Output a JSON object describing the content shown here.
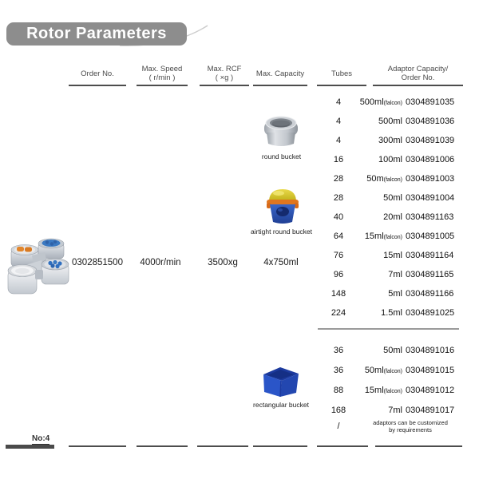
{
  "title": "Rotor Parameters",
  "headers": {
    "order_no": "Order No.",
    "max_speed": [
      "Max. Speed",
      "( r/min )"
    ],
    "max_rcf": [
      "Max. RCF",
      "( ×g )"
    ],
    "max_capacity": "Max. Capacity",
    "tubes": "Tubes",
    "adaptor": [
      "Adaptor Capacity/",
      "Order No."
    ]
  },
  "rotor": {
    "order_no": "0302851500",
    "max_speed": "4000r/min",
    "max_rcf": "3500xg",
    "max_capacity": "4x750ml"
  },
  "buckets": {
    "round": "round bucket",
    "airtight": "airtight round bucket",
    "rectangular": "rectangular bucket"
  },
  "adaptors": {
    "section1": [
      {
        "tubes": "4",
        "capacity": "500ml",
        "note": "(falcon)",
        "order": "0304891035"
      },
      {
        "tubes": "4",
        "capacity": "500ml",
        "order": "0304891036"
      },
      {
        "tubes": "4",
        "capacity": "300ml",
        "order": "0304891039"
      },
      {
        "tubes": "16",
        "capacity": "100ml",
        "order": "0304891006"
      },
      {
        "tubes": "28",
        "capacity": "50m",
        "note": "(falcon)",
        "order": "0304891003"
      },
      {
        "tubes": "28",
        "capacity": "50ml",
        "order": "0304891004"
      },
      {
        "tubes": "40",
        "capacity": "20ml",
        "order": "0304891163"
      },
      {
        "tubes": "64",
        "capacity": "15ml",
        "note": "(falcon)",
        "order": "0304891005"
      },
      {
        "tubes": "76",
        "capacity": "15ml",
        "order": "0304891164"
      },
      {
        "tubes": "96",
        "capacity": "7ml",
        "order": "0304891165"
      },
      {
        "tubes": "148",
        "capacity": "5ml",
        "order": "0304891166"
      },
      {
        "tubes": "224",
        "capacity": "1.5ml",
        "order": "0304891025"
      }
    ],
    "section2": [
      {
        "tubes": "36",
        "capacity": "50ml",
        "order": "0304891016"
      },
      {
        "tubes": "36",
        "capacity": "50ml",
        "note": "(falcon)",
        "order": "0304891015"
      },
      {
        "tubes": "88",
        "capacity": "15ml",
        "note": "(falcon)",
        "order": "0304891012"
      },
      {
        "tubes": "168",
        "capacity": "7ml",
        "order": "0304891017"
      }
    ],
    "custom": {
      "tubes": "/",
      "note_lines": [
        "adaptors can be customized",
        "by requirements"
      ]
    }
  },
  "footer": {
    "no_label": "No:4"
  },
  "colors": {
    "banner": "#8d8d8d",
    "rule": "#4d4d4d",
    "bucket_blue": "#2a55c8",
    "lid_yellow": "#d8c832",
    "clamp_orange": "#e0761f"
  }
}
